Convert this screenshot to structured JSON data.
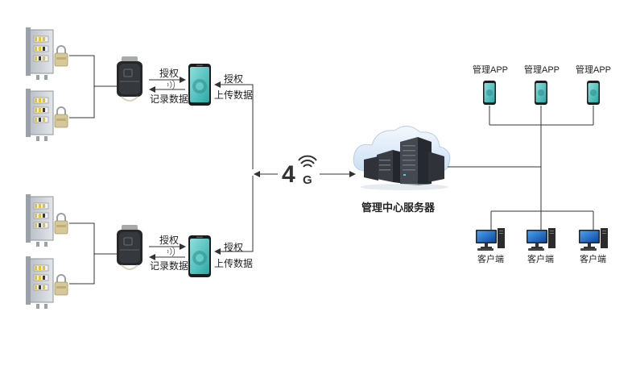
{
  "labels": {
    "authorize": "授权",
    "record_data": "记录数据",
    "upload_data": "上传数据",
    "network": "4",
    "network_sub": "G",
    "server": "管理中心服务器",
    "admin_app": "管理APP",
    "client": "客户端"
  },
  "icons": {
    "cabinet": "electrical-cabinet-icon",
    "padlock": "padlock-icon",
    "reader": "smart-lock-reader-icon",
    "phone": "smartphone-icon",
    "cloud": "cloud-server-icon",
    "wifi": "wifi-signal-icon",
    "desktop": "desktop-computer-icon",
    "bluetooth": "wireless-signal-icon"
  },
  "colors": {
    "line": "#333333",
    "cabinet": "#c9ced3",
    "phone_screen": "#5fc6c3",
    "cloud": "#e8f1fb",
    "server": "#2a2d33",
    "monitor": "#1565c0"
  }
}
